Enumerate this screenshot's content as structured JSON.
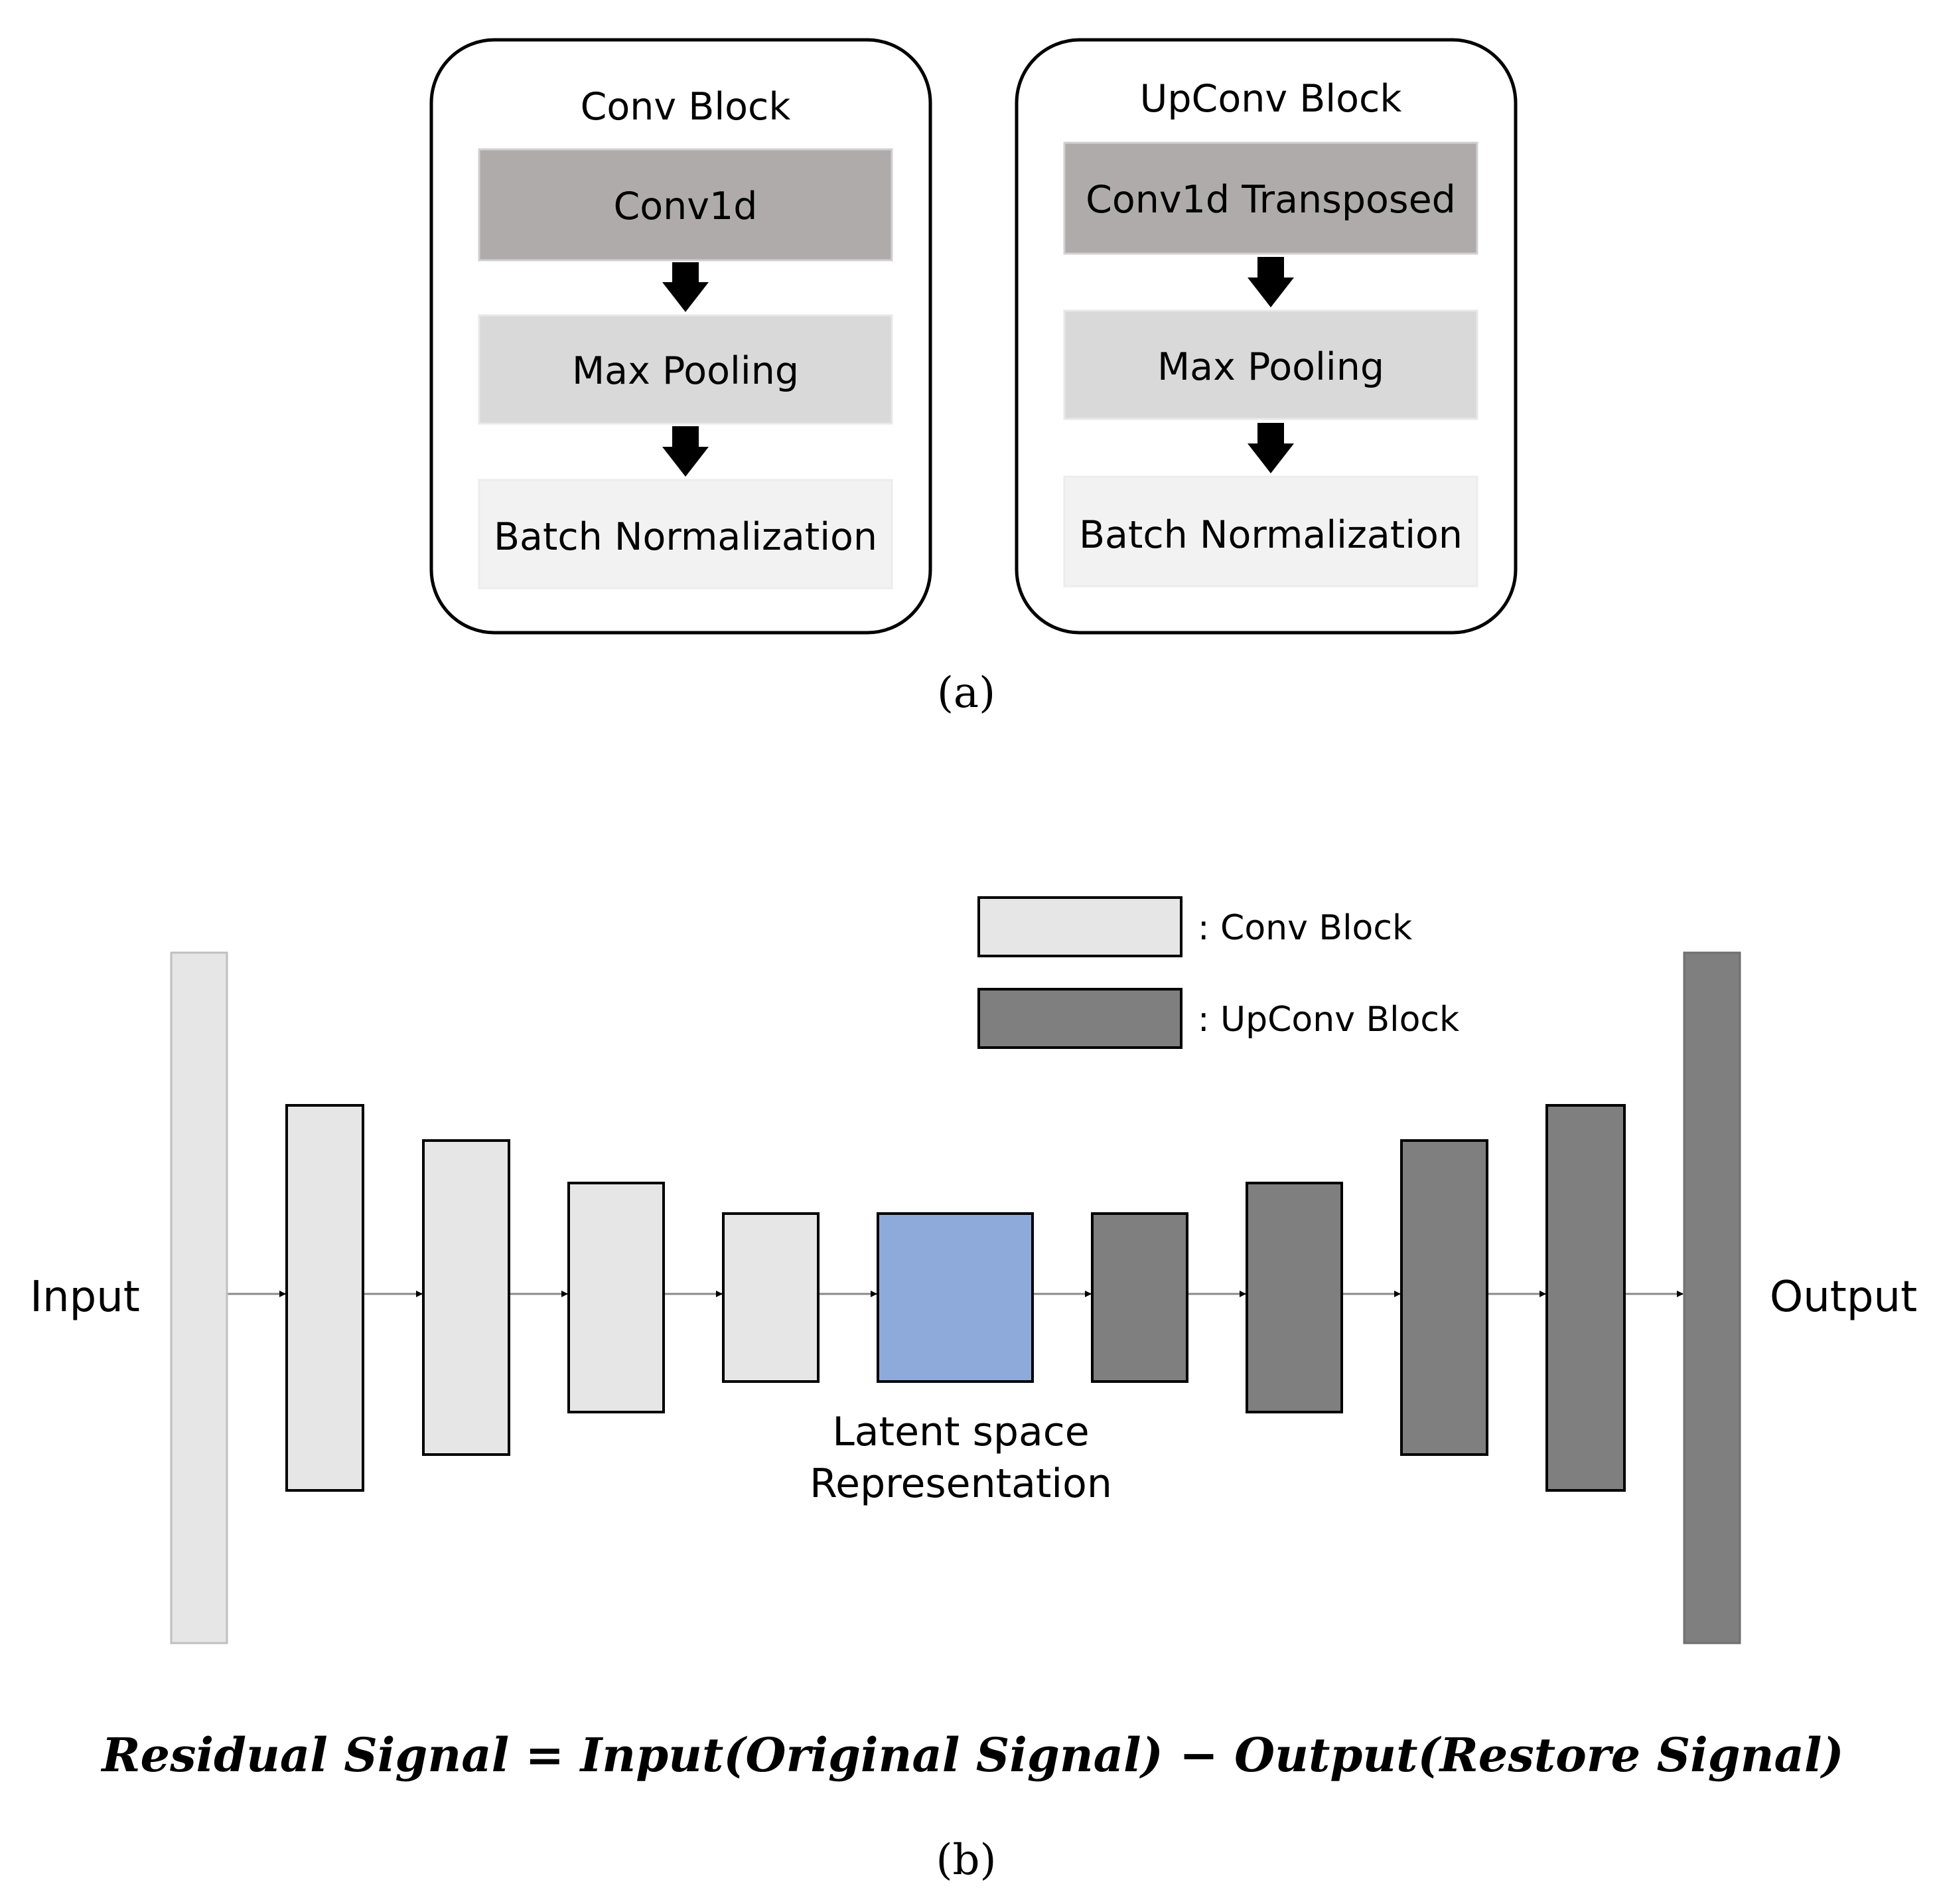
{
  "panel_a": {
    "caption": "(a)",
    "conv_block": {
      "title": "Conv Block",
      "layers": [
        "Conv1d",
        "Max Pooling",
        "Batch Normalization"
      ]
    },
    "upconv_block": {
      "title": "UpConv Block",
      "layers": [
        "Conv1d Transposed",
        "Max Pooling",
        "Batch Normalization"
      ]
    }
  },
  "panel_b": {
    "caption": "(b)",
    "input_label": "Input",
    "output_label": "Output",
    "latent_label_line1": "Latent space",
    "latent_label_line2": "Representation",
    "legend": {
      "conv": ": Conv Block",
      "upconv": ": UpConv Block"
    },
    "formula": "Residual Signal = Input(Original Signal) − Output(Restore Signal)"
  },
  "colors": {
    "conv_fill": "#e6e6e6",
    "upconv_fill": "#7f7f7f",
    "latent_fill": "#8eaadb",
    "conv1d_fill": "#afabab",
    "maxpool_fill": "#d9d9d9",
    "batchnorm_fill": "#f2f2f2"
  }
}
